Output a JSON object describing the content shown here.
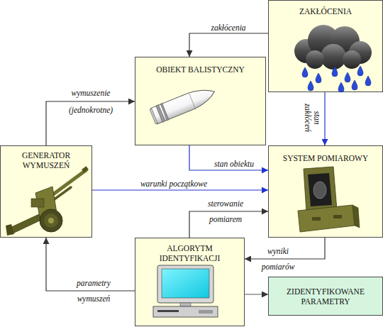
{
  "diagram": {
    "nodes": [
      {
        "text": [
          "ZAKŁÓCENIA"
        ]
      },
      {
        "text": [
          "OBIEKT BALISTYCZNY"
        ]
      },
      {
        "text": [
          "GENERATOR WYMUSZEŃ"
        ]
      },
      {
        "text": [
          "SYSTEM POMIAROWY"
        ]
      },
      {
        "text": [
          "ALGORYTM IDENTYFIKACJI"
        ]
      },
      {
        "text": [
          "ZIDENTYFIKOWANE PARAMETRY"
        ]
      }
    ],
    "edges": [
      {
        "from": 0,
        "to": 1,
        "label": "zakłócenia",
        "arrow": "to"
      },
      {
        "from": 0,
        "to": 3,
        "label": "stan zakłóceń",
        "arrow": "to"
      },
      {
        "from": 2,
        "to": 1,
        "label": "wymuszenie (jednokrotne)",
        "arrow": "to"
      },
      {
        "from": 1,
        "to": 3,
        "label": "stan obiektu",
        "arrow": "to"
      },
      {
        "from": 2,
        "to": 3,
        "label": "warunki początkowe",
        "arrow": "to"
      },
      {
        "from": 4,
        "to": 3,
        "label": "sterowanie pomiarem",
        "arrow": "to"
      },
      {
        "from": 3,
        "to": 4,
        "label": "wyniki pomiarów",
        "arrow": "to"
      },
      {
        "from": 4,
        "to": 2,
        "label": "parametry wymuszeń",
        "arrow": "to"
      },
      {
        "from": 4,
        "to": 5,
        "arrow": "to"
      }
    ]
  }
}
